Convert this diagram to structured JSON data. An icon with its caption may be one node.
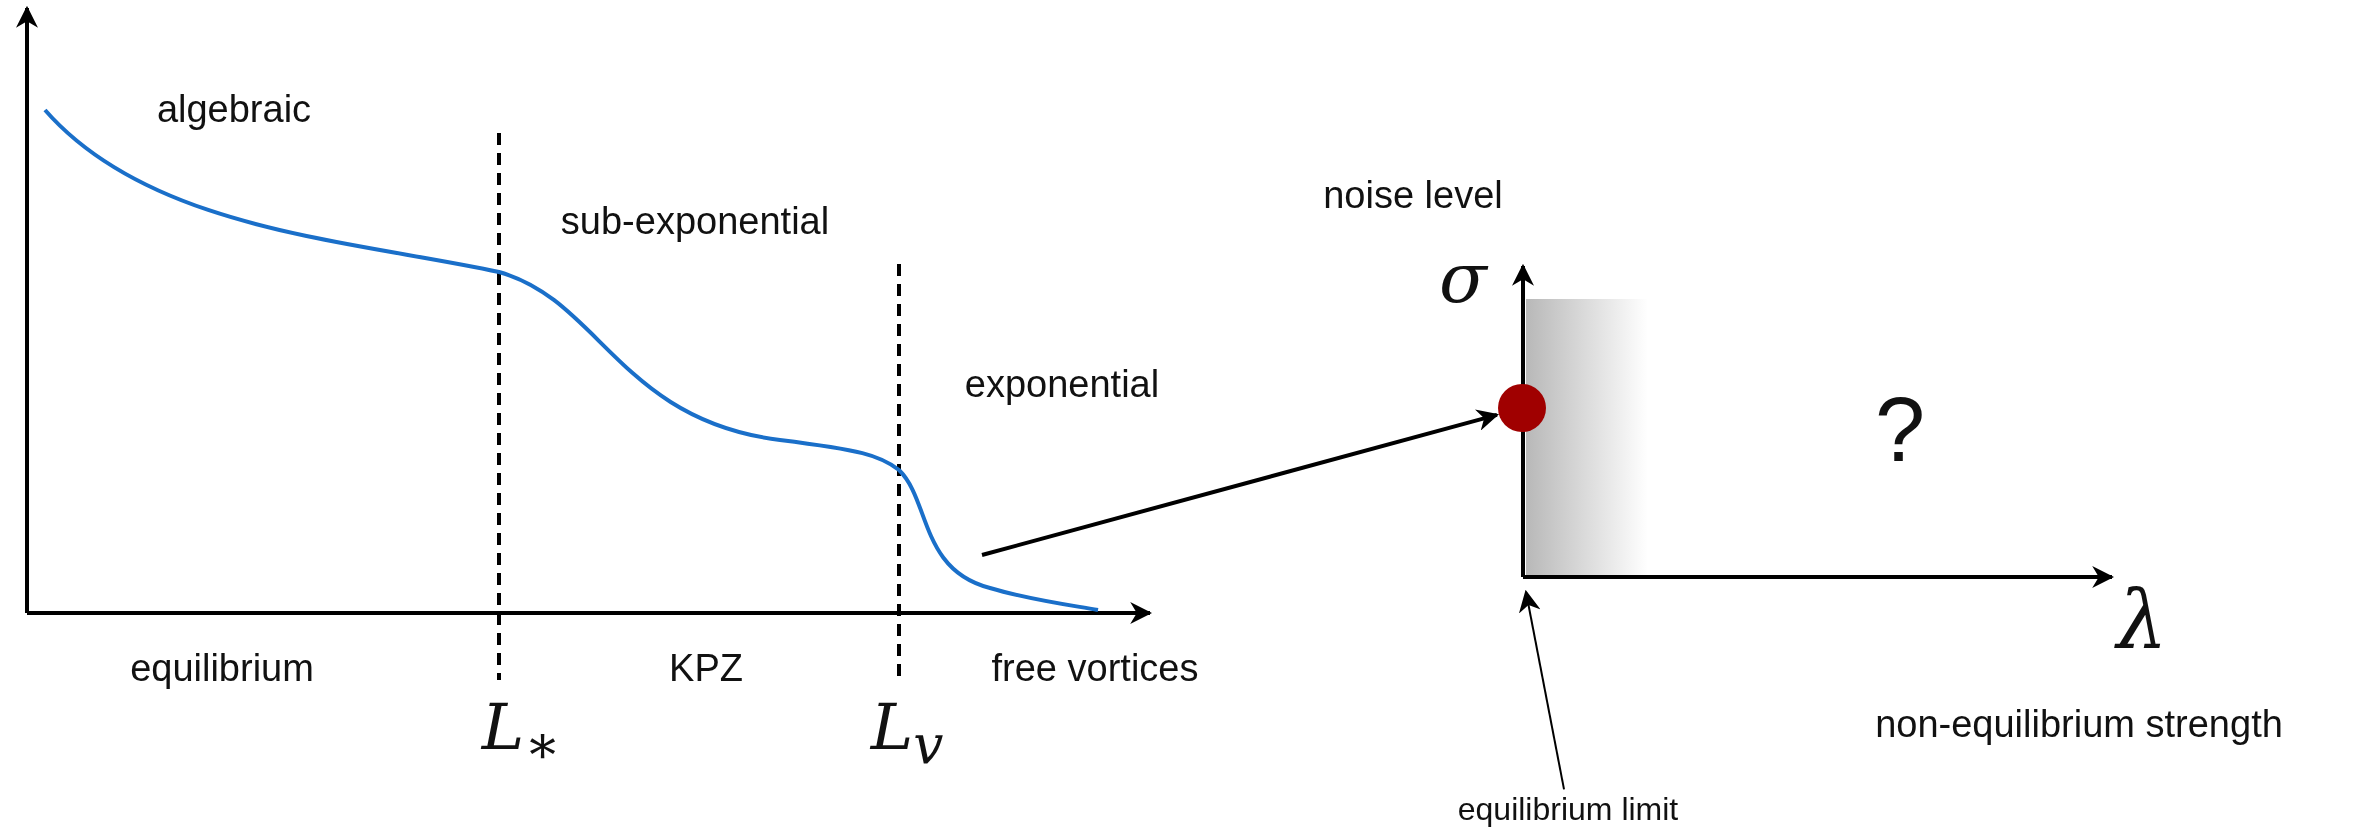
{
  "diagram": {
    "nodes": [
      {
        "text": [
          "equilibrium limit"
        ]
      },
      {
        "text": [],
        "shape": "circle"
      }
    ],
    "edges": [
      {
        "from": null,
        "to": 1,
        "arrow": "to"
      },
      {
        "from": 0,
        "to": 1,
        "arrow": "to"
      }
    ],
    "labels": [
      "algebraic",
      "noise level",
      "sub-exponential",
      "σ",
      "exponential",
      "?",
      "λ",
      "equilibrium",
      "KPZ",
      "free vortices",
      "L$_{∗}$",
      "L$_{v}$",
      "non-equilibrium strength"
    ]
  }
}
